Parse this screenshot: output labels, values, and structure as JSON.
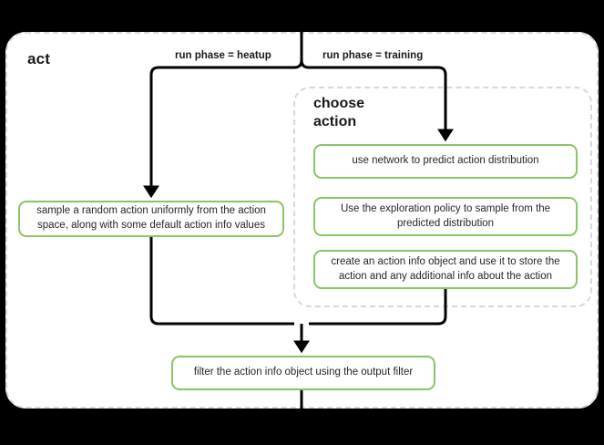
{
  "diagram": {
    "title": "act",
    "subgroup_title": "choose\naction",
    "subgroup_title_line1": "choose",
    "subgroup_title_line2": "action",
    "colors": {
      "background": "#000000",
      "container_fill": "#ffffff",
      "container_border": "#d8d8d8",
      "box_border": "#8ac465",
      "box_fill": "#ffffff",
      "arrow": "#000000",
      "text": "#1a1a1a"
    },
    "edge_labels": {
      "heatup": "run phase = heatup",
      "training": "run phase = training"
    },
    "nodes": {
      "sample_random": "sample a random action uniformly from the action space, along with some default action info values",
      "use_network": "use network to predict action distribution",
      "exploration_policy": "Use the exploration policy to sample from the predicted distribution",
      "create_action_info": "create an action info object and use it to store the action and any additional info about the action",
      "filter_action_info": "filter the action info object using the output filter"
    }
  }
}
